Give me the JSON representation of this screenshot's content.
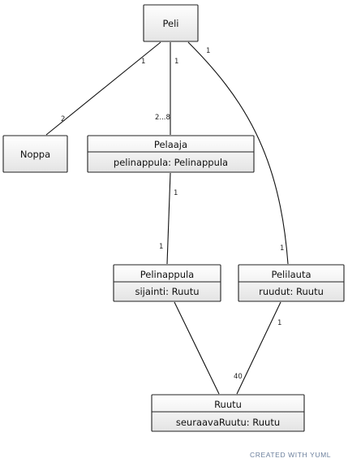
{
  "diagram": {
    "classes": {
      "peli": {
        "name": "Peli"
      },
      "noppa": {
        "name": "Noppa"
      },
      "pelaaja": {
        "name": "Pelaaja",
        "attribute": "pelinappula: Pelinappula"
      },
      "pelinappula": {
        "name": "Pelinappula",
        "attribute": "sijainti: Ruutu"
      },
      "pelilauta": {
        "name": "Pelilauta",
        "attribute": "ruudut: Ruutu"
      },
      "ruutu": {
        "name": "Ruutu",
        "attribute": "seuraavaRuutu: Ruutu"
      }
    },
    "associations": {
      "peli_noppa": {
        "source": "Peli",
        "target": "Noppa",
        "source_mult": "1",
        "target_mult": "2"
      },
      "peli_pelaaja": {
        "source": "Peli",
        "target": "Pelaaja",
        "source_mult": "1",
        "target_mult": "2...8"
      },
      "peli_pelilauta": {
        "source": "Peli",
        "target": "Pelilauta",
        "source_mult": "1",
        "target_mult": "1"
      },
      "pelaaja_pelinappula": {
        "source": "Pelaaja",
        "target": "Pelinappula",
        "source_mult": "1",
        "target_mult": "1"
      },
      "pelinappula_ruutu": {
        "source": "Pelinappula",
        "target": "Ruutu"
      },
      "pelilauta_ruutu": {
        "source": "Pelilauta",
        "target": "Ruutu",
        "source_mult": "1",
        "target_mult": "40"
      }
    }
  },
  "watermark": "CREATED WITH YUML",
  "colors": {
    "box_fill_top": "#ffffff",
    "box_fill_bottom": "#e6e6e6",
    "stroke": "#222222",
    "watermark": "#6b7f9c"
  }
}
